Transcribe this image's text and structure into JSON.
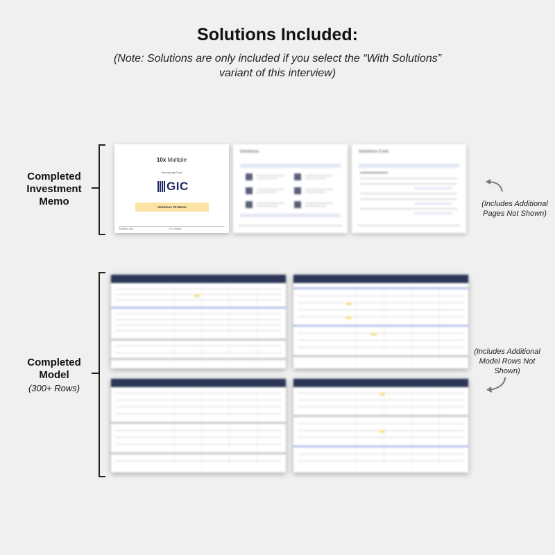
{
  "header": {
    "title": "Solutions Included:",
    "note": "(Note: Solutions are only included if you select the “With Solutions” variant of this interview)"
  },
  "memo_section": {
    "label": "Completed Investment Memo",
    "side_note": "(Includes Additional Pages Not Shown)",
    "cover": {
      "brand_bold": "10x",
      "brand_rest": " Multiple",
      "subtitle": "Introducing Fund",
      "logo_text": "GIC",
      "band_label": "Solutions V2 Memo",
      "footer_left": "Strategic plan",
      "footer_center": "10x Multiple"
    },
    "page2": {
      "heading": "Solutions"
    },
    "page3": {
      "heading": "Solutions Cont."
    }
  },
  "model_section": {
    "label": "Completed Model",
    "sublabel": "(300+ Rows)",
    "side_note": "(Includes Additional Model Rows Not Shown)"
  },
  "colors": {
    "background": "#f0f0f0",
    "navy": "#1f2a60",
    "memo_band": "#fbe3a3",
    "sheet_header": "#2c3758",
    "sheet_highlight": "#b7c2ec"
  },
  "icons": [
    "curved-arrow-icon",
    "gic-logo-icon"
  ]
}
